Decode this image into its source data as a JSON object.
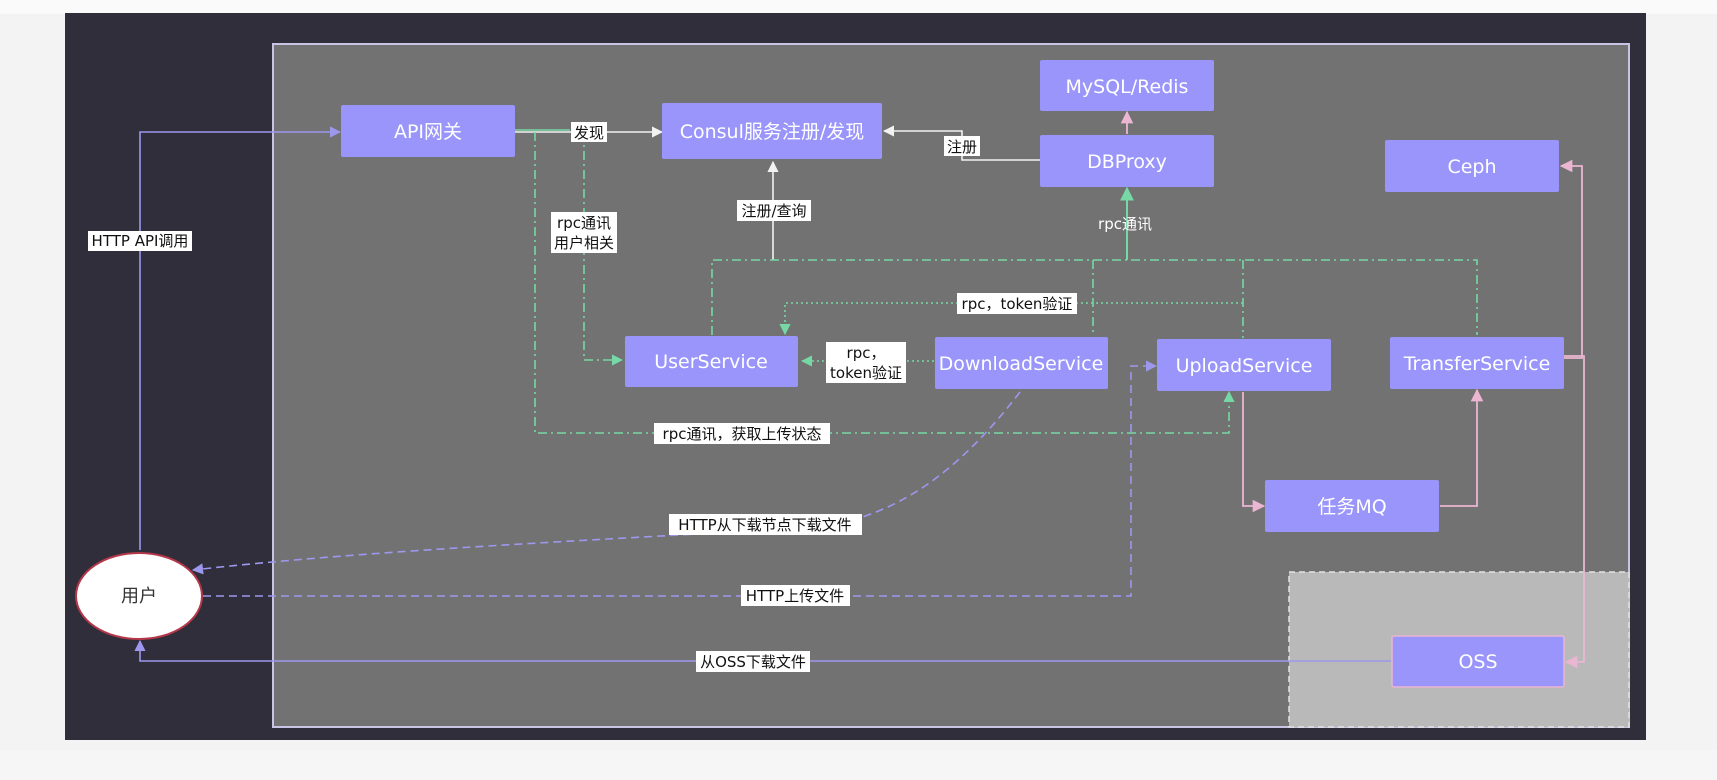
{
  "colors": {
    "page_bg": "#f3f3f4",
    "frame_bg": "#2f2e3a",
    "cluster_bg": "#727272",
    "cluster_border": "#c7c4e4",
    "oss_zone_bg": "#b9b9b9",
    "node_fill": "#9a95fb",
    "user_fill": "#ffffff",
    "user_border": "#b4384a",
    "edge_purple": "#9d97ee",
    "edge_green": "#76d8a5",
    "edge_pink": "#eab6d2",
    "edge_white": "#f2f2f2"
  },
  "nodes": {
    "api_gateway": "API网关",
    "consul": "Consul服务注册/发现",
    "mysql_redis": "MySQL/Redis",
    "dbproxy": "DBProxy",
    "ceph": "Ceph",
    "user_service": "UserService",
    "download_service": "DownloadService",
    "upload_service": "UploadService",
    "transfer_service": "TransferService",
    "task_mq": "任务MQ",
    "oss": "OSS",
    "user": "用户"
  },
  "edge_labels": {
    "http_api_call": "HTTP API调用",
    "discover": "发现",
    "register": "注册",
    "register_query": "注册/查询",
    "rpc_user_line1": "rpc通讯",
    "rpc_user_line2": "用户相关",
    "rpc_dbproxy": "rpc通讯",
    "rpc_token_top": "rpc，token验证",
    "rpc_token_left_line1": "rpc，",
    "rpc_token_left_line2": "token验证",
    "rpc_upload_status": "rpc通讯，获取上传状态",
    "http_download_node": "HTTP从下载节点下载文件",
    "http_upload": "HTTP上传文件",
    "oss_download": "从OSS下载文件"
  }
}
